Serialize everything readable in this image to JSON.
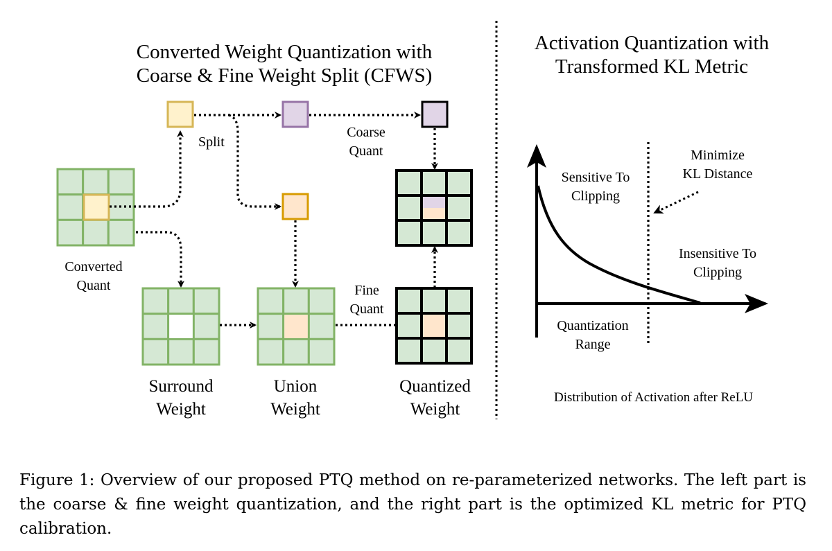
{
  "left_panel": {
    "title_line1": "Converted Weight Quantization with",
    "title_line2": "Coarse & Fine Weight Split (CFWS)",
    "labels": {
      "split": "Split",
      "coarse_quant_line1": "Coarse",
      "coarse_quant_line2": "Quant",
      "converted_quant_line1": "Converted",
      "converted_quant_line2": "Quant",
      "fine_quant_line1": "Fine",
      "fine_quant_line2": "Quant",
      "surround_weight_line1": "Surround",
      "surround_weight_line2": "Weight",
      "union_weight_line1": "Union",
      "union_weight_line2": "Weight",
      "quantized_weight_line1": "Quantized",
      "quantized_weight_line2": "Weight"
    },
    "colors": {
      "grid_fill": "#d5e8d4",
      "grid_stroke": "#82b366",
      "center_yellow_fill": "#fff2cc",
      "center_yellow_stroke": "#d6b656",
      "coarse_purple_fill": "#e1d5e7",
      "coarse_purple_stroke": "#9673a6",
      "fine_orange_fill": "#ffe6cc",
      "fine_orange_stroke": "#d79b00",
      "quantized_stroke": "#000000"
    }
  },
  "right_panel": {
    "title_line1": "Activation Quantization with",
    "title_line2": "Transformed KL Metric",
    "labels": {
      "minimize_line1": "Minimize",
      "minimize_line2": "KL Distance",
      "sensitive_line1": "Sensitive To",
      "sensitive_line2": "Clipping",
      "insensitive_line1": "Insensitive To",
      "insensitive_line2": "Clipping",
      "range_line1": "Quantization",
      "range_line2": "Range",
      "distribution_caption": "Distribution of Activation after ReLU"
    }
  },
  "caption": {
    "text": "Figure 1: Overview of our proposed PTQ method on re-parameterized networks. The left part is the coarse & fine weight quantization, and the right part is the optimized KL metric for PTQ calibration."
  }
}
